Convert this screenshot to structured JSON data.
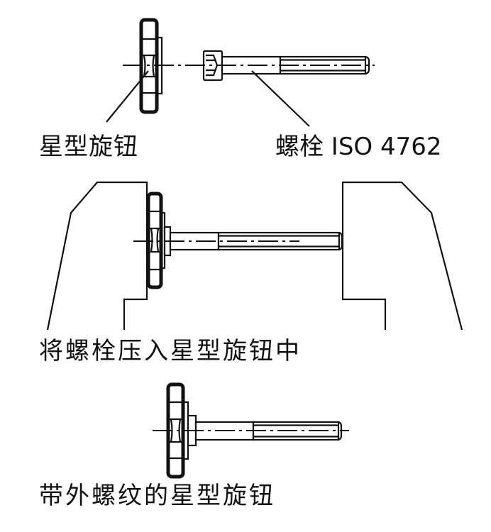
{
  "labels": {
    "knob": "星型旋钮",
    "bolt": "螺栓 ISO 4762",
    "press_step": "将螺栓压入星型旋钮中",
    "result": "带外螺纹的星型旋钮"
  },
  "colors": {
    "line": "#111111",
    "background": "#ffffff"
  }
}
